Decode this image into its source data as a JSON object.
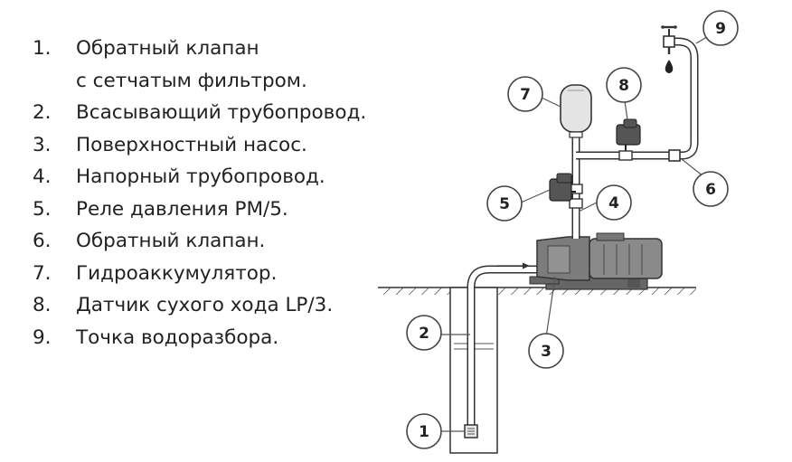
{
  "legend": [
    {
      "num": "1.",
      "text": "Обратный клапан\nс сетчатым фильтром."
    },
    {
      "num": "2.",
      "text": "Всасывающий трубопровод."
    },
    {
      "num": "3.",
      "text": "Поверхностный насос."
    },
    {
      "num": "4.",
      "text": "Напорный трубопровод."
    },
    {
      "num": "5.",
      "text": "Реле давления РМ/5."
    },
    {
      "num": "6.",
      "text": "Обратный клапан."
    },
    {
      "num": "7.",
      "text": "Гидроаккумулятор."
    },
    {
      "num": "8.",
      "text": "Датчик сухого хода LP/3."
    },
    {
      "num": "9.",
      "text": "Точка водоразбора."
    }
  ],
  "callouts": [
    "1",
    "2",
    "3",
    "4",
    "5",
    "6",
    "7",
    "8",
    "9"
  ]
}
